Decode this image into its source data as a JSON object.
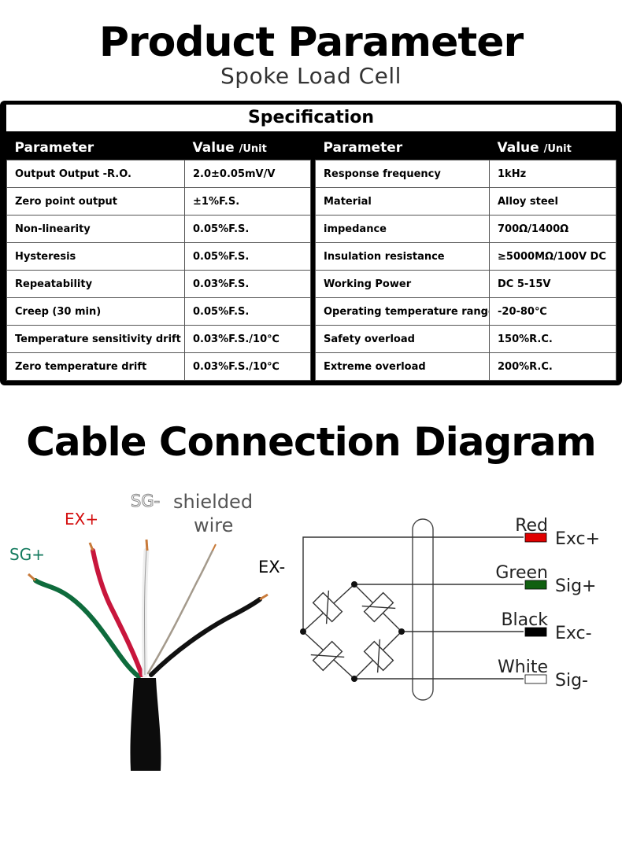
{
  "header": {
    "title": "Product Parameter",
    "subtitle": "Spoke Load Cell"
  },
  "spec": {
    "heading": "Specification",
    "col_param": "Parameter",
    "col_value": "Value",
    "col_unit": "/Unit",
    "left_rows": [
      {
        "param": "Output Output -R.O.",
        "value": "2.0±0.05mV/V"
      },
      {
        "param": "Zero point output",
        "value": "±1%F.S."
      },
      {
        "param": "Non-linearity",
        "value": "0.05%F.S."
      },
      {
        "param": "Hysteresis",
        "value": "0.05%F.S."
      },
      {
        "param": "Repeatability",
        "value": "0.03%F.S."
      },
      {
        "param": "Creep (30 min)",
        "value": "0.05%F.S."
      },
      {
        "param": "Temperature sensitivity drift",
        "value": "0.03%F.S./10℃"
      },
      {
        "param": "Zero temperature drift",
        "value": "0.03%F.S./10℃"
      }
    ],
    "right_rows": [
      {
        "param": "Response frequency",
        "value": "1kHz"
      },
      {
        "param": "Material",
        "value": "Alloy steel"
      },
      {
        "param": "impedance",
        "value": "700Ω/1400Ω"
      },
      {
        "param": "Insulation resistance",
        "value": "≥5000MΩ/100V DC"
      },
      {
        "param": "Working Power",
        "value": "DC 5-15V"
      },
      {
        "param": "Operating temperature range",
        "value": "-20-80℃"
      },
      {
        "param": "Safety overload",
        "value": "150%R.C."
      },
      {
        "param": "Extreme overload",
        "value": "200%R.C."
      }
    ]
  },
  "diagram": {
    "title": "Cable Connection Diagram",
    "cable_labels": {
      "sg_plus": "SG+",
      "ex_plus": "EX+",
      "sg_minus": "SG-",
      "shielded_1": "shielded",
      "shielded_2": "wire",
      "ex_minus": "EX-"
    },
    "wires": [
      {
        "color_name": "Red",
        "signal": "Exc+",
        "color": "#e00000"
      },
      {
        "color_name": "Green",
        "signal": "Sig+",
        "color": "#106010"
      },
      {
        "color_name": "Black",
        "signal": "Exc-",
        "color": "#000000"
      },
      {
        "color_name": "White",
        "signal": "Sig-",
        "color": "#ffffff"
      }
    ],
    "label_colors": {
      "sg_plus": "#137a5e",
      "ex_plus": "#d41010",
      "sg_minus": "#888888",
      "ex_minus": "#000000"
    }
  }
}
